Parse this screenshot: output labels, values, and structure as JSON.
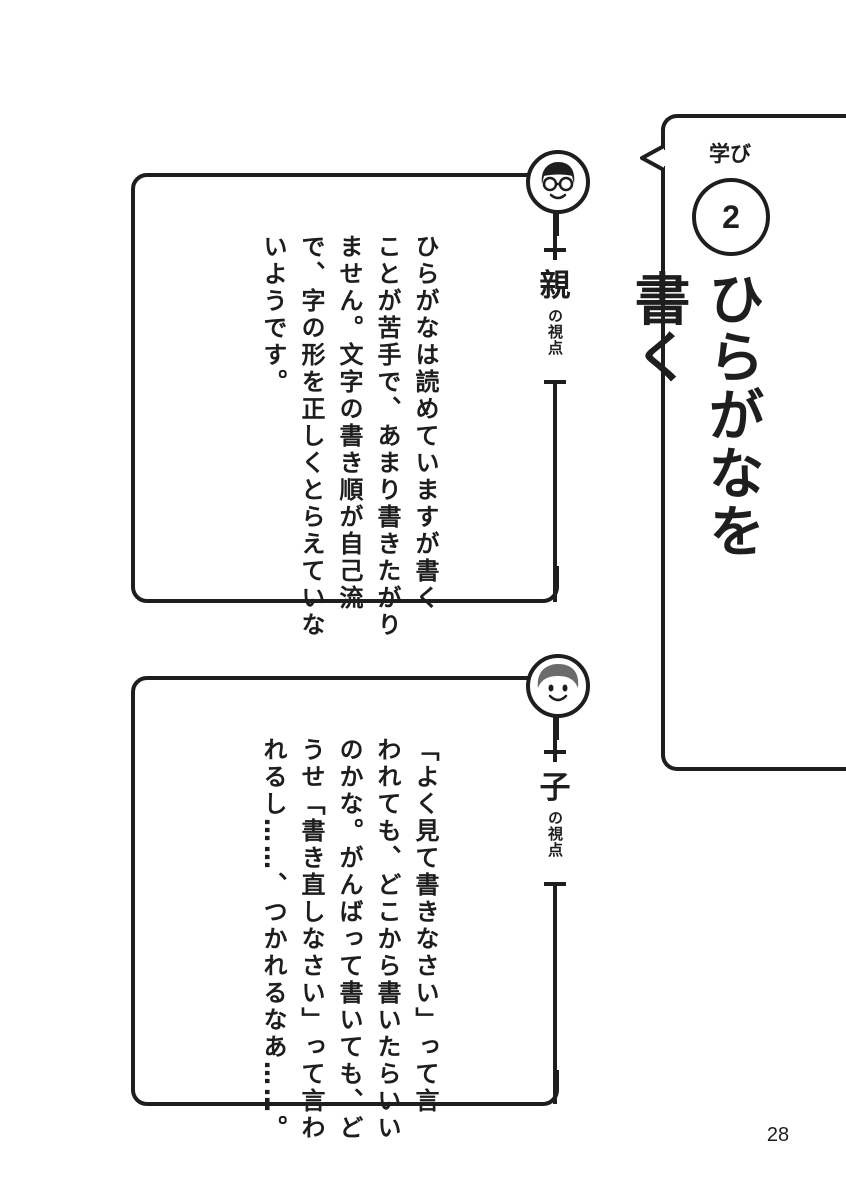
{
  "title_box": {
    "label": "学び",
    "number": "2",
    "title": "ひらがなを書く"
  },
  "parent_panel": {
    "viewpoint_main": "親",
    "viewpoint_sub": "の視点",
    "text": "ひらがなは読めていますが書く\nことが苦手で、あまり書きたがり\nません。文字の書き順が自己流\nで、字の形を正しくとらえていな\nいようです。",
    "avatar_icon": "father-with-glasses-icon"
  },
  "child_panel": {
    "viewpoint_main": "子",
    "viewpoint_sub": "の視点",
    "text": "「よく見て書きなさい」って言\nわれても、どこから書いたらいい\nのかな。がんばって書いても、ど\nうせ「書き直しなさい」って言わ\nれるし……、つかれるなあ……。",
    "avatar_icon": "child-face-icon"
  },
  "page_number": "28",
  "colors": {
    "ink": "#1e1e1e",
    "background": "#ffffff"
  }
}
